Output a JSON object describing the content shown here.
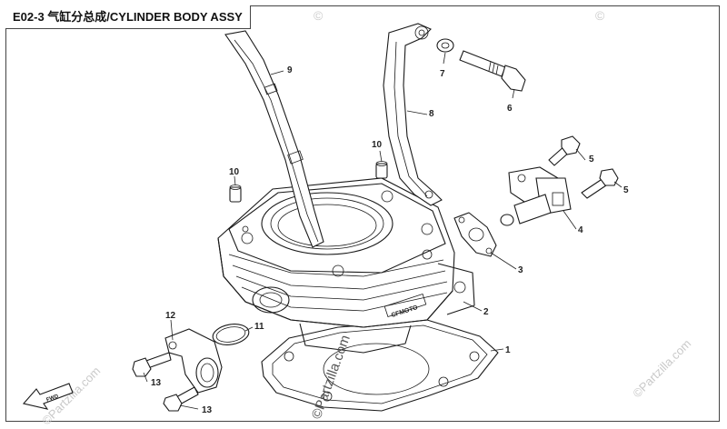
{
  "title": "E02-3 气缸分总成/CYLINDER BODY ASSY",
  "watermark": "©Partzilla.com",
  "callouts": {
    "c1": "1",
    "c2": "2",
    "c3": "3",
    "c4": "4",
    "c5a": "5",
    "c5b": "5",
    "c6": "6",
    "c7": "7",
    "c8": "8",
    "c9": "9",
    "c10a": "10",
    "c10b": "10",
    "c11": "11",
    "c12": "12",
    "c13a": "13",
    "c13b": "13"
  },
  "cylinder_stamp": "CFMOTO",
  "fwd_label": "FWD"
}
